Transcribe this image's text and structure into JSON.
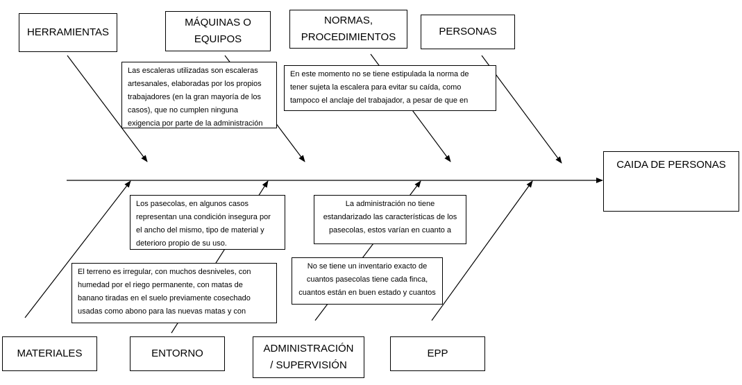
{
  "effect": "CAIDA DE PERSONAS",
  "categories": {
    "herramientas": "HERRAMIENTAS",
    "maquinas_line1": "MÁQUINAS O",
    "maquinas_line2": "EQUIPOS",
    "normas_line1": "NORMAS,",
    "normas_line2": "PROCEDIMIENTOS",
    "personas": "PERSONAS",
    "materiales": "MATERIALES",
    "entorno": "ENTORNO",
    "administracion_line1": "ADMINISTRACIÓN",
    "administracion_line2": "/ SUPERVISIÓN",
    "epp": "EPP"
  },
  "notes": {
    "maquinas": [
      "Las escaleras utilizadas son escaleras",
      "artesanales, elaboradas por los propios",
      "trabajadores (en la gran mayoría de los",
      "casos), que no cumplen ninguna",
      "exigencia por parte de la administración"
    ],
    "normas": [
      "En este momento no se tiene estipulada la norma de",
      "tener sujeta la escalera para evitar su caída, como",
      "tampoco el anclaje del trabajador, a pesar de que en"
    ],
    "entorno_pasecolas": [
      "Los pasecolas, en algunos casos",
      "representan una condición insegura por",
      "el ancho del mismo, tipo de material y",
      "deterioro propio de su uso."
    ],
    "entorno_terreno": [
      "El terreno es irregular, con muchos desniveles, con",
      "humedad por el riego permanente, con matas de",
      "banano tiradas en el suelo previamente cosechado",
      "usadas como abono para las nuevas matas y con"
    ],
    "administracion_estandar": [
      "La administración no tiene",
      "estandarizado las características de los",
      "pasecolas, estos varían en cuanto a"
    ],
    "administracion_inventario": [
      "No se tiene un inventario exacto de",
      "cuantos pasecolas tiene cada finca,",
      "cuantos están en buen estado y cuantos"
    ]
  }
}
